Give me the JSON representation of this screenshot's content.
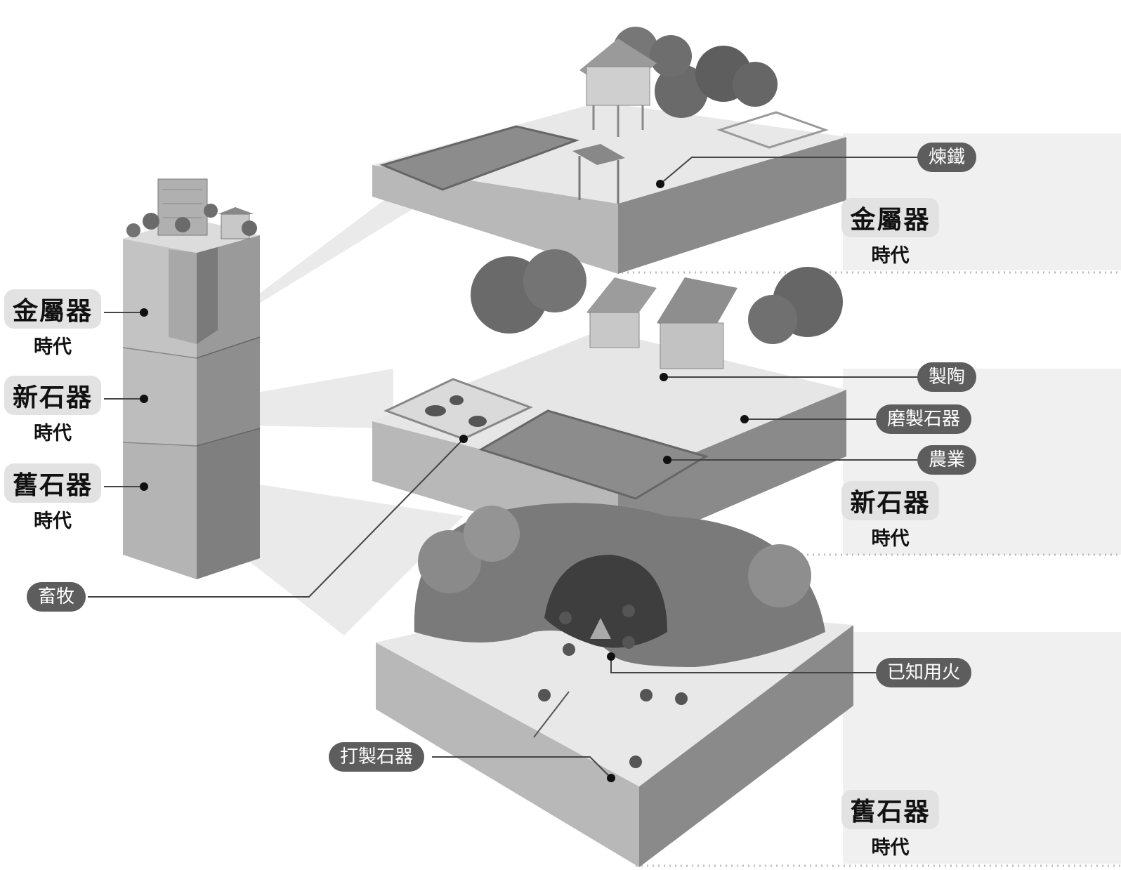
{
  "left_column": {
    "eras": [
      {
        "main": "金屬器",
        "sub": "時代"
      },
      {
        "main": "新石器",
        "sub": "時代"
      },
      {
        "main": "舊石器",
        "sub": "時代"
      }
    ]
  },
  "right_eras": {
    "metal": {
      "main": "金屬器",
      "sub": "時代"
    },
    "neolithic": {
      "main": "新石器",
      "sub": "時代"
    },
    "paleolithic": {
      "main": "舊石器",
      "sub": "時代"
    }
  },
  "callouts": {
    "smelting": "煉鐵",
    "pottery": "製陶",
    "polished_stone": "磨製石器",
    "agriculture": "農業",
    "herding": "畜牧",
    "fire": "已知用火",
    "chipped_stone": "打製石器"
  },
  "colors": {
    "pill_bg": "#5d5d5d",
    "era_bg": "#e2e2e2",
    "soil_light": "#b5b5b5",
    "soil_dark": "#8a8a8a",
    "ground": "#e6e6e6",
    "field": "#8c8c8c",
    "tree": "#6a6a6a"
  }
}
